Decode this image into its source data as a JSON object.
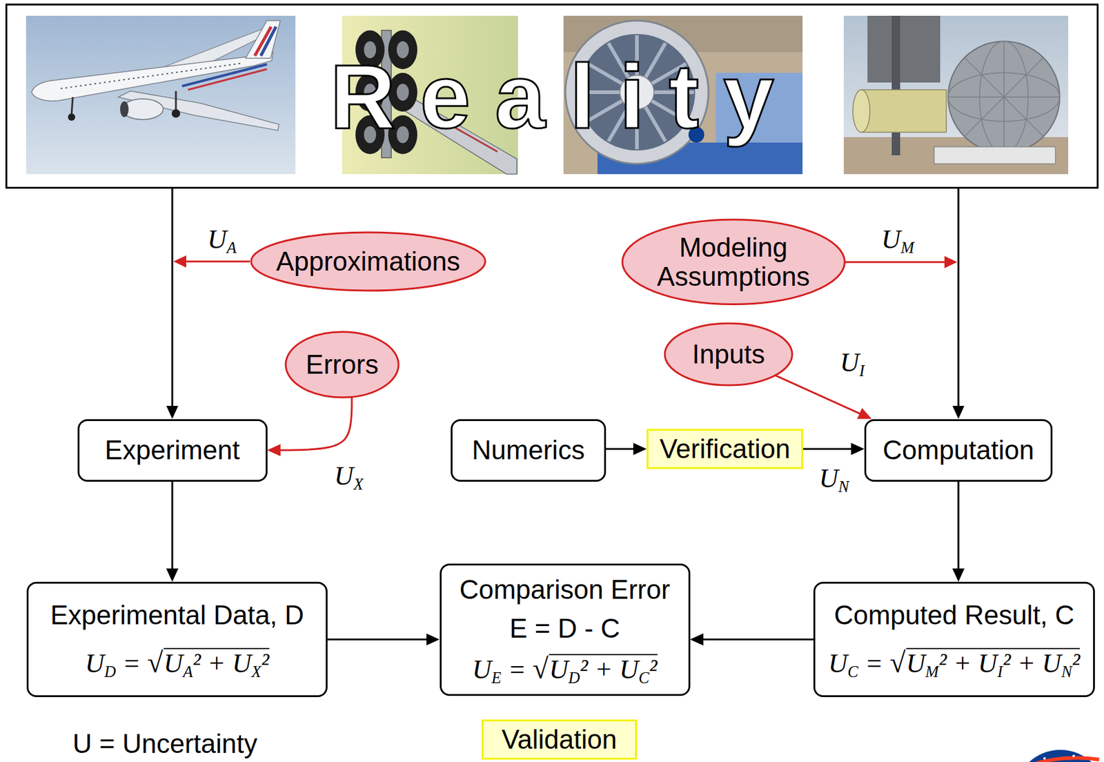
{
  "diagram": {
    "nodes": [
      {
        "text": [
          "Reality"
        ]
      },
      {
        "text": [
          "Approximations"
        ]
      },
      {
        "text": [
          "Modeling Assumptions"
        ]
      },
      {
        "text": [
          "Errors"
        ]
      },
      {
        "text": [
          "Inputs"
        ]
      },
      {
        "text": [
          "Experiment"
        ]
      },
      {
        "text": [
          "Numerics"
        ]
      },
      {
        "text": [
          "Verification"
        ]
      },
      {
        "text": [
          "Computation"
        ]
      },
      {
        "text": [
          "Experimental Data, D",
          "UD = √UA² + UX²"
        ]
      },
      {
        "text": [
          "Comparison Error",
          "E = D - C",
          "UE = √UD² + UC²"
        ]
      },
      {
        "text": [
          "Computed Result, C",
          "UC = √UM² + UI² + UN²"
        ]
      },
      {
        "text": [
          "Validation"
        ]
      }
    ],
    "edges": [
      {
        "from": 0,
        "to": 5,
        "arrow": "to"
      },
      {
        "from": 0,
        "to": 8,
        "arrow": "to"
      },
      {
        "from": 3,
        "to": 5,
        "arrow": "to"
      },
      {
        "from": 4,
        "to": 8,
        "arrow": "to"
      },
      {
        "from": 6,
        "to": 7,
        "arrow": "to"
      },
      {
        "from": 7,
        "to": 8,
        "arrow": "to"
      },
      {
        "from": 5,
        "to": 9,
        "arrow": "to"
      },
      {
        "from": 8,
        "to": 11,
        "arrow": "to"
      },
      {
        "from": 9,
        "to": 10,
        "arrow": "to"
      },
      {
        "from": 11,
        "to": 10,
        "arrow": "to"
      }
    ],
    "labels": [
      "UA",
      "UM",
      "UI",
      "UX",
      "UN",
      "U = Uncertainty"
    ]
  }
}
